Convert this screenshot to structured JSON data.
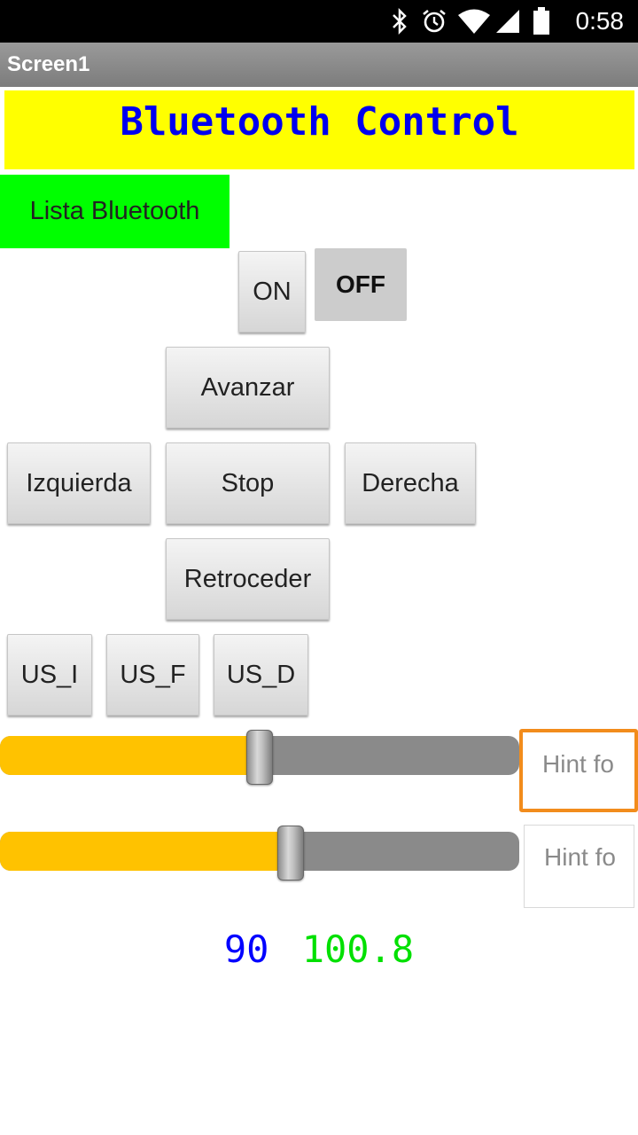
{
  "status_bar": {
    "time": "0:58",
    "icons": [
      "bluetooth-icon",
      "alarm-icon",
      "wifi-icon",
      "signal-icon",
      "battery-icon"
    ]
  },
  "app_bar": {
    "title": "Screen1"
  },
  "header": {
    "title": "Bluetooth Control",
    "background": "#ffff00",
    "text_color": "#0000ee"
  },
  "bluetooth_list_button": {
    "label": "Lista Bluetooth",
    "background": "#00ff00"
  },
  "power": {
    "on_label": "ON",
    "off_label": "OFF"
  },
  "controls": {
    "forward": "Avanzar",
    "left": "Izquierda",
    "stop": "Stop",
    "right": "Derecha",
    "backward": "Retroceder"
  },
  "sensors": {
    "left": "US_I",
    "front": "US_F",
    "right": "US_D"
  },
  "sliders": [
    {
      "level": 0.5,
      "hint": "Hint fo"
    },
    {
      "level": 0.56,
      "hint": "Hint fo"
    }
  ],
  "accent_colors": {
    "slider_fill": "#ffc200",
    "focus_border": "#f28c1c"
  },
  "readouts": {
    "value1": "90",
    "value1_color": "#0000ff",
    "value2": "100.8",
    "value2_color": "#00e000"
  }
}
